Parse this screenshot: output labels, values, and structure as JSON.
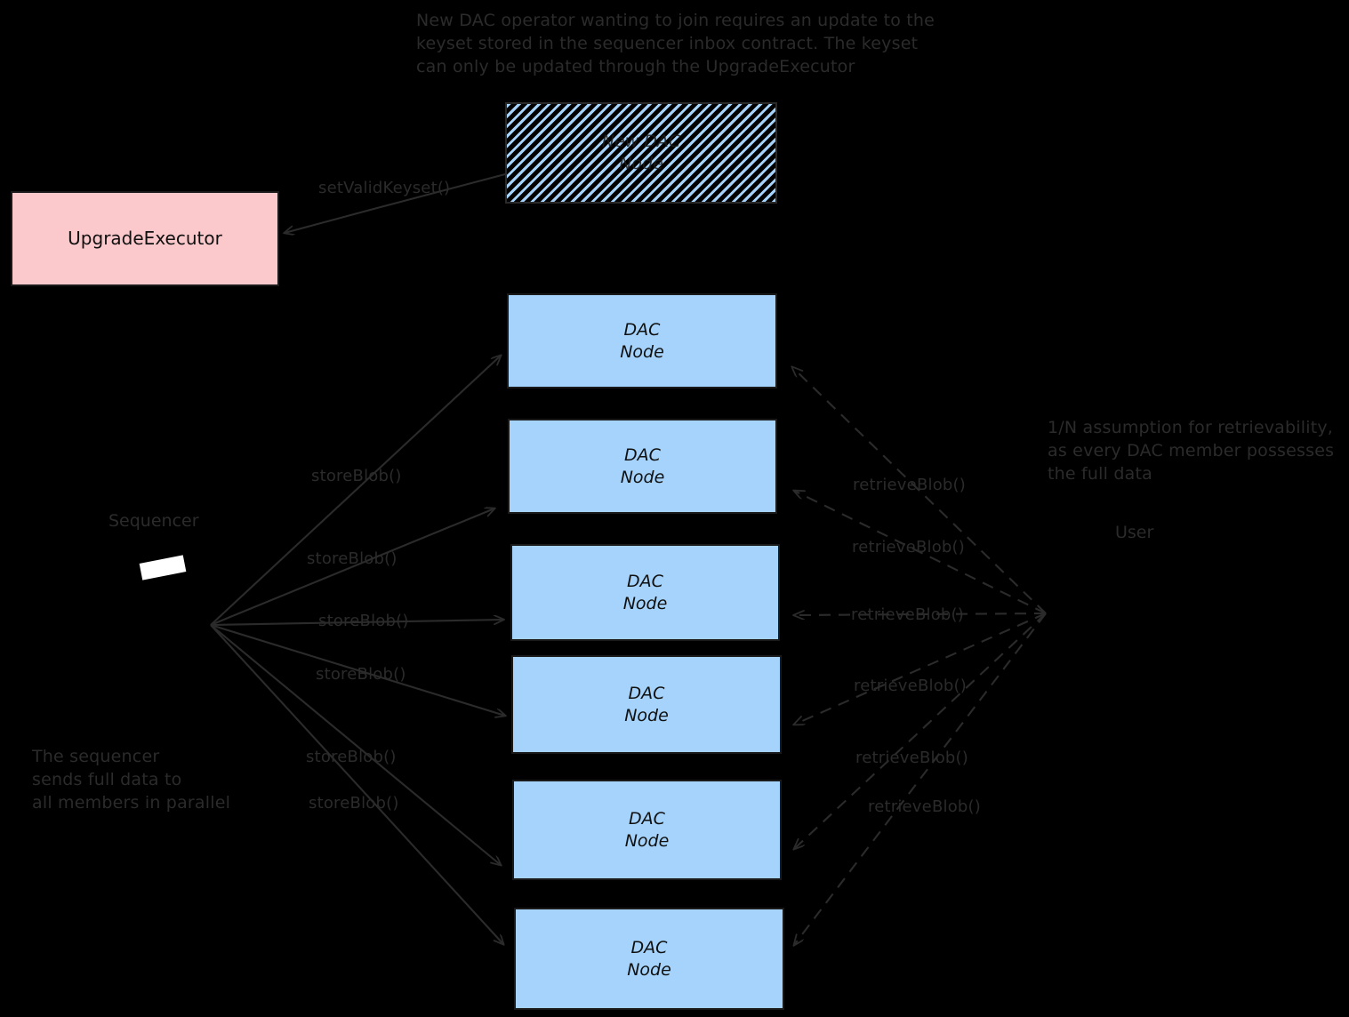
{
  "diagram": {
    "title_note": "New DAC operator wanting to join requires an update to the\nkeyset stored in the sequencer inbox contract. The keyset\ncan only be updated through the UpgradeExecutor",
    "sequencer_note": "The sequencer\nsends full data to\nall members in parallel",
    "retrievability_note": "1/N assumption for retrievability,\nas every DAC member possesses\nthe full data",
    "colors": {
      "background": "#000000",
      "dac_node_fill": "#a5d3fb",
      "upgrade_executor_fill": "#fbc9cb",
      "stroke": "#1a1a1a",
      "text": "#2b2b2b"
    },
    "nodes": {
      "new_dac_node": "New DAC\nNode",
      "upgrade_executor": "UpgradeExecutor",
      "dac_node": "DAC\nNode"
    },
    "actors": {
      "sequencer": "Sequencer",
      "user": "User"
    },
    "dac_nodes": [
      {
        "label": "DAC\nNode"
      },
      {
        "label": "DAC\nNode"
      },
      {
        "label": "DAC\nNode"
      },
      {
        "label": "DAC\nNode"
      },
      {
        "label": "DAC\nNode"
      },
      {
        "label": "DAC\nNode"
      }
    ],
    "edges": {
      "set_valid_keyset": "setValidKeyset()",
      "store_blob": [
        "storeBlob()",
        "storeBlob()",
        "storeBlob()",
        "storeBlob()",
        "storeBlob()",
        "storeBlob()"
      ],
      "retrieve_blob": [
        "retrieveBlob()",
        "retrieveBlob()",
        "retrieveBlob()",
        "retrieveBlob()",
        "retrieveBlob()",
        "retrieveBlob()"
      ]
    }
  }
}
